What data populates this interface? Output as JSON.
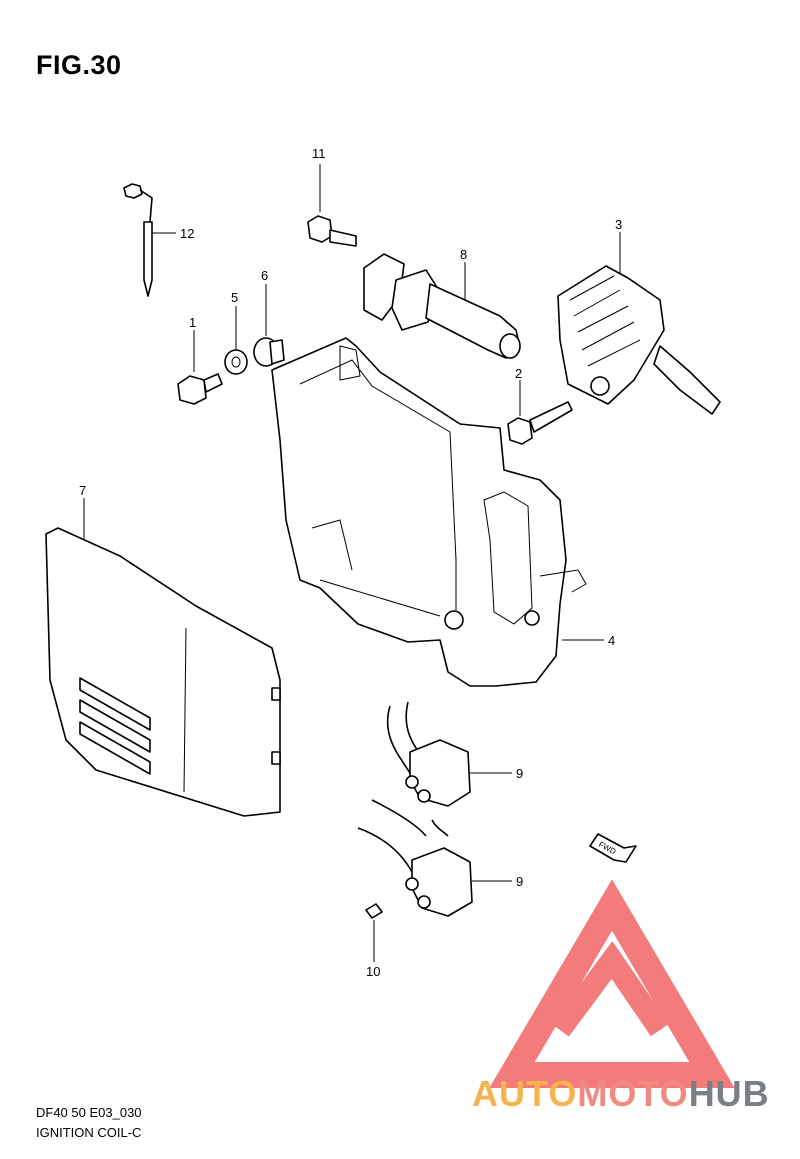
{
  "figure": {
    "title": "FIG.30",
    "code": "DF40 50 E03_030",
    "name": "IGNITION COIL-C"
  },
  "callouts": [
    "1",
    "2",
    "3",
    "4",
    "5",
    "6",
    "7",
    "8",
    "9",
    "9",
    "10",
    "11",
    "12"
  ],
  "direction_tag": "FWD",
  "logo": {
    "part1": "AUTO",
    "part2": "MOTO",
    "part3": "HUB",
    "colors": {
      "auto": "#f6b24e",
      "moto": "#f08a80",
      "hub": "#7a7f86",
      "mark": "#f26d6d"
    }
  }
}
